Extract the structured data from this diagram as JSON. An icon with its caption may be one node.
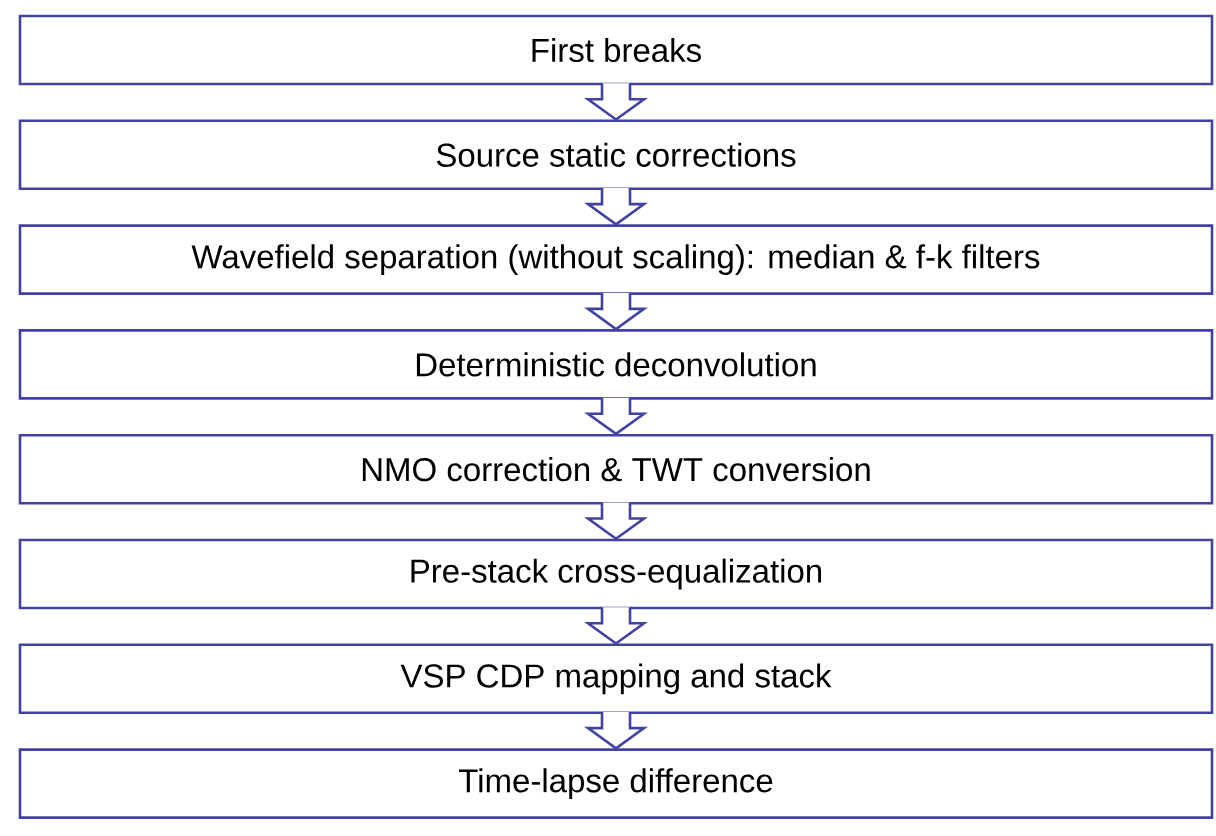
{
  "diagram": {
    "nodes": [
      {
        "text": [
          "First breaks"
        ]
      },
      {
        "text": [
          "Source static corrections"
        ]
      },
      {
        "text": [
          "Wavefield separation (without scaling): median & f-k filters"
        ]
      },
      {
        "text": [
          "Deterministic deconvolution"
        ]
      },
      {
        "text": [
          "NMO correction & TWT conversion"
        ]
      },
      {
        "text": [
          "Pre-stack cross-equalization"
        ]
      },
      {
        "text": [
          "VSP CDP mapping and stack"
        ]
      },
      {
        "text": [
          "Time-lapse difference"
        ]
      }
    ],
    "edges": [
      {
        "from": 0,
        "to": 1,
        "arrow": "to"
      },
      {
        "from": 1,
        "to": 2,
        "arrow": "to"
      },
      {
        "from": 2,
        "to": 3,
        "arrow": "to"
      },
      {
        "from": 3,
        "to": 4,
        "arrow": "to"
      },
      {
        "from": 4,
        "to": 5,
        "arrow": "to"
      },
      {
        "from": 5,
        "to": 6,
        "arrow": "to"
      },
      {
        "from": 6,
        "to": 7,
        "arrow": "to"
      }
    ]
  }
}
